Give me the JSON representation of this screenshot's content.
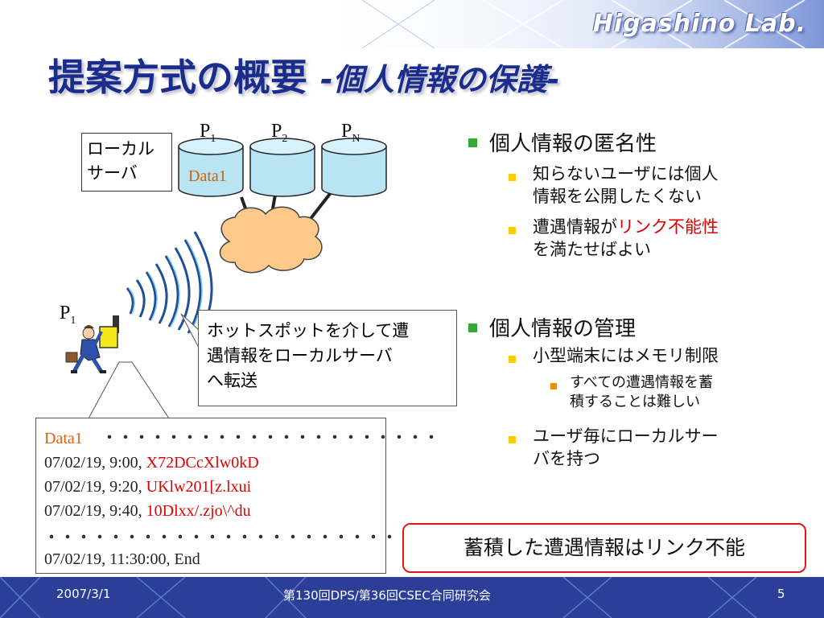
{
  "header": {
    "lab_name": "Higashino Lab.",
    "title_main": "提案方式の概要",
    "title_sub": "-個人情報の保護-"
  },
  "diagram": {
    "local_server_line1": "ローカル",
    "local_server_line2": "サーバ",
    "servers": [
      {
        "p": "P",
        "sub": "1"
      },
      {
        "p": "P",
        "sub": "2"
      },
      {
        "p": "P",
        "sub": "N"
      }
    ],
    "cylinder_data_label": "Data1",
    "user_label": {
      "p": "P",
      "sub": "1"
    },
    "speech_lines": [
      "ホットスポットを介して遭",
      "遇情報をローカルサーバ",
      "へ転送"
    ]
  },
  "log": {
    "header": "Data1",
    "dots_top": "・・・・・・・・・・・・・・・・・・・・・",
    "entries": [
      {
        "time": "07/02/19, 9:00,",
        "value": "X72DCcXlw0kD"
      },
      {
        "time": "07/02/19, 9:20,",
        "value": "UKlw201[z.lxui"
      },
      {
        "time": "07/02/19, 9:40,",
        "value": "10Dlxx/.zjo\\^du"
      }
    ],
    "dots_bottom": "・・・・・・・・・・・・・・・・・・・・・・・・・",
    "end_line": "07/02/19, 11:30:00, End"
  },
  "bullets": {
    "b1_1": "個人情報の匿名性",
    "b1_1_s1_l1": "知らないユーザには個人",
    "b1_1_s1_l2": "情報を公開したくない",
    "b1_1_s2_pre": "遭遇情報が",
    "b1_1_s2_red": "リンク不能性",
    "b1_1_s2_l2": "を満たせばよい",
    "b1_2": "個人情報の管理",
    "b1_2_s1": "小型端末にはメモリ制限",
    "b1_2_s1_t1_l1": "すべての遭遇情報を蓄",
    "b1_2_s1_t1_l2": "積することは難しい",
    "b1_2_s2_l1": "ユーザ毎にローカルサー",
    "b1_2_s2_l2": "バを持つ"
  },
  "conclusion": "蓄積した遭遇情報はリンク不能",
  "footer": {
    "date": "2007/3/1",
    "event": "第130回DPS/第36回CSEC合同研究会",
    "page": "5"
  },
  "colors": {
    "title": "#1a2c8c",
    "footer": "#2b3e98",
    "cylinder": "#b8e4f4",
    "cloud": "#ffc98a",
    "accent_red": "#e00000",
    "data_orange": "#d06000"
  }
}
